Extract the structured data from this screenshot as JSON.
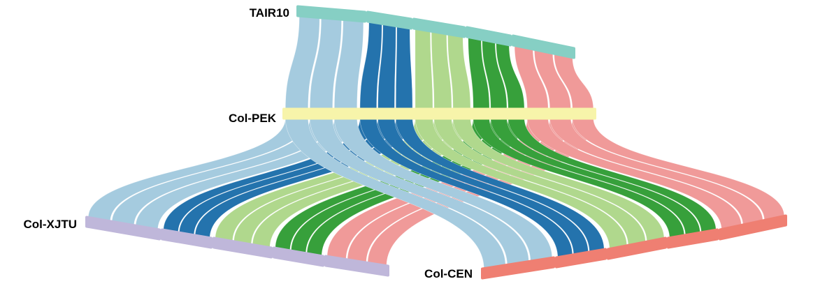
{
  "genomes": [
    {
      "id": "tair10",
      "label": "TAIR10",
      "color": "#86cfc4"
    },
    {
      "id": "colpek",
      "label": "Col-PEK",
      "color": "#f7f4aa"
    },
    {
      "id": "colxjtu",
      "label": "Col-XJTU",
      "color": "#bfb7da"
    },
    {
      "id": "colcen",
      "label": "Col-CEN",
      "color": "#ef7f72"
    }
  ],
  "chromosome_colors": [
    "#a5cbdf",
    "#2473ad",
    "#b0d88d",
    "#37a03b",
    "#f09a99"
  ],
  "ribbon_style": "synteny ribbons with white inter-block gaps"
}
